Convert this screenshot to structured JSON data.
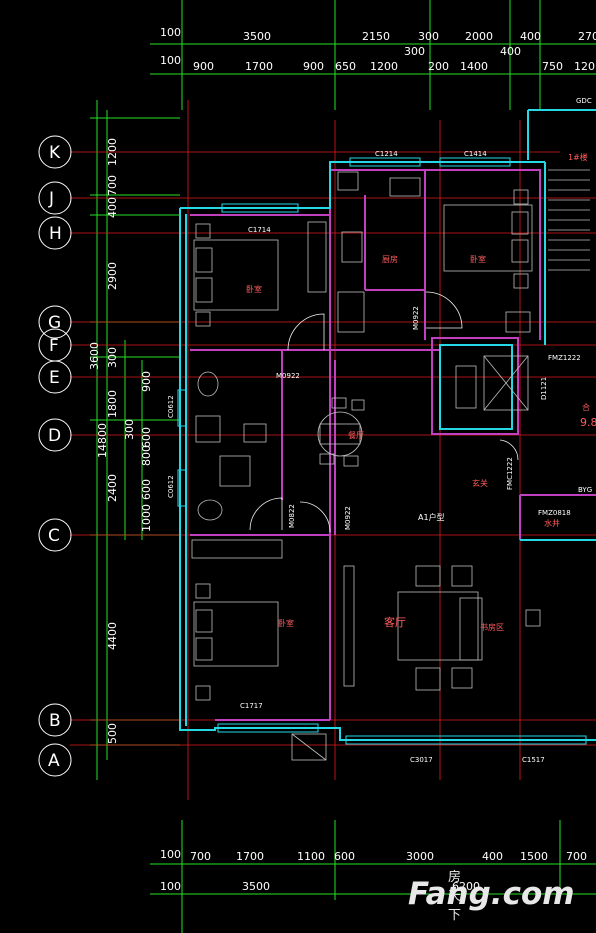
{
  "dims_top_row1": [
    "100",
    "3500",
    "2150",
    "300",
    "2000",
    "400",
    "270"
  ],
  "dims_top_row1_extra": [
    "300",
    "400"
  ],
  "dims_top_row2": [
    "100",
    "900",
    "1700",
    "900",
    "650",
    "1200",
    "200",
    "1400",
    "750",
    "120"
  ],
  "dims_bottom_row1": [
    "100",
    "700",
    "1700",
    "1100",
    "600",
    "3000",
    "400",
    "1500",
    "700"
  ],
  "dims_bottom_row2": [
    "100",
    "3500",
    "6200"
  ],
  "axes": [
    "K",
    "J",
    "H",
    "G",
    "F",
    "E",
    "D",
    "C",
    "B",
    "A"
  ],
  "dims_left_outer": [
    "1200",
    "700",
    "400",
    "2900",
    "300",
    "1800",
    "300",
    "2400",
    "4400",
    "500"
  ],
  "dims_left_total": "14800",
  "dims_left_mid": "3600",
  "dims_left_inner": [
    "900",
    "600",
    "800",
    "600",
    "1000"
  ],
  "window_labels": [
    "C1714",
    "C1214",
    "C1414",
    "C1717",
    "C3017",
    "C1517",
    "C0612",
    "C0612",
    "GDC"
  ],
  "door_labels": [
    "M0922",
    "M0922",
    "M0922",
    "M0822",
    "FMZ1222",
    "FMC1222",
    "FMZ0818",
    "D1121",
    "BYG"
  ],
  "rooms": [
    "卧室",
    "厨房",
    "卧室",
    "餐厅",
    "卧室",
    "客厅",
    "书房区",
    "玄关",
    "水井",
    "合",
    "9.8"
  ],
  "unit_label": "A1户型",
  "stair_label": "1#楼",
  "watermark": {
    "top": "房天下",
    "main": "Fang.com"
  }
}
